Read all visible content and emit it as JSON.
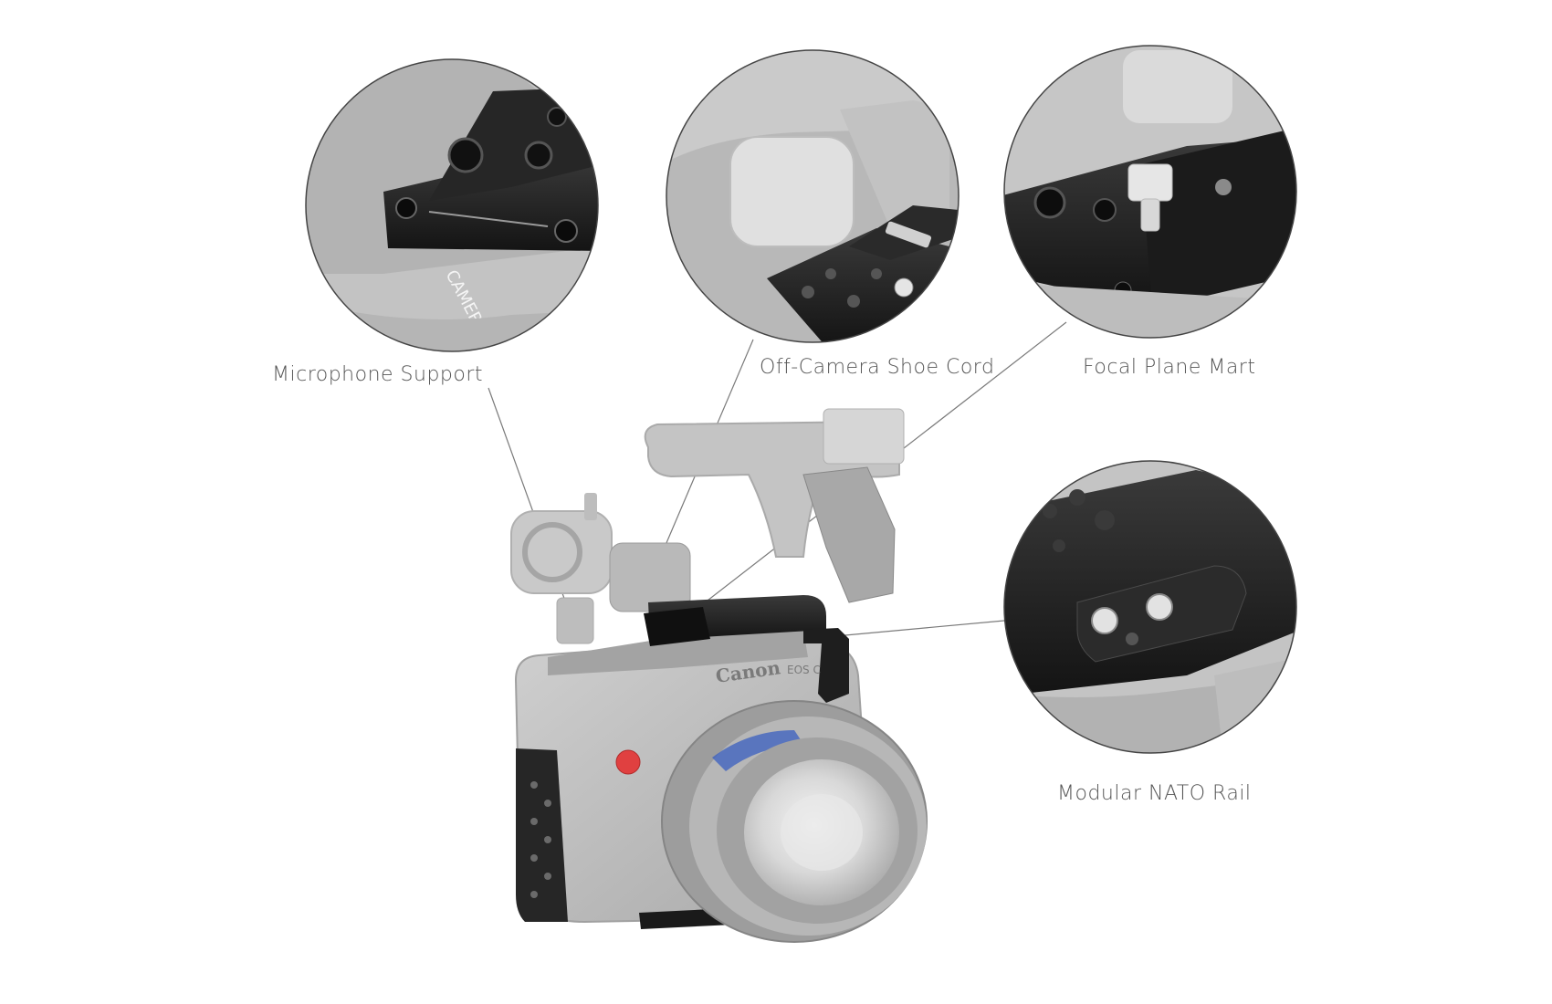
{
  "callouts": {
    "microphone_support": "Microphone Support",
    "off_camera_shoe_cord": "Off-Camera Shoe Cord",
    "focal_plane_mart": "Focal Plane Mart",
    "modular_nato_rail": "Modular NATO Rail"
  },
  "engravings": {
    "camera_text": "CAMERA",
    "canon_logo": "Canon",
    "model_badge": "EOS C"
  },
  "colors": {
    "background": "#ffffff",
    "label_text": "#555555",
    "leader_line": "#7a7a7a",
    "camera_body": "#bdbdbd",
    "cage_metal": "#1c1c1c",
    "record_button": "#e04040",
    "lens_ring_accent": "#3a5fc0"
  }
}
